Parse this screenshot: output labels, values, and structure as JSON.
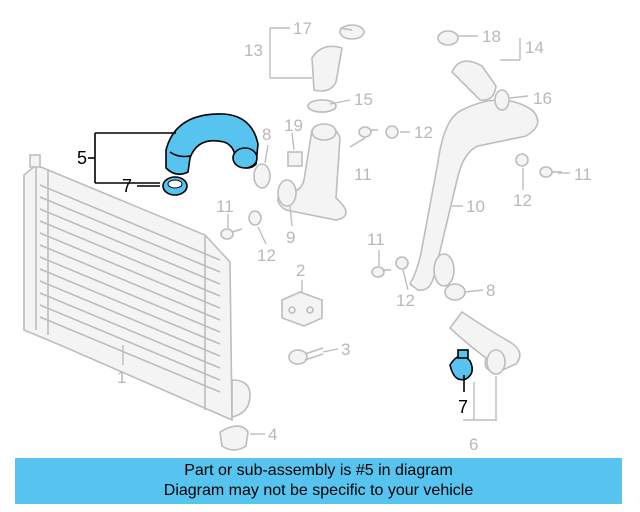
{
  "banner": {
    "line1": "Part or sub-assembly is #5 in diagram",
    "line2": "Diagram may not be specific to your vehicle",
    "color": "#57c4ef"
  },
  "highlight_color": "#57c4ef",
  "callouts": {
    "c1": "1",
    "c2": "2",
    "c3": "3",
    "c4": "4",
    "c5": "5",
    "c6": "6",
    "c7a": "7",
    "c7b": "7",
    "c8a": "8",
    "c8b": "8",
    "c9": "9",
    "c10": "10",
    "c11a": "11",
    "c11b": "11",
    "c11c": "11",
    "c11d": "11",
    "c12a": "12",
    "c12b": "12",
    "c12c": "12",
    "c12d": "12",
    "c13": "13",
    "c14": "14",
    "c15": "15",
    "c16": "16",
    "c17": "17",
    "c18": "18",
    "c19": "19"
  },
  "highlighted_parts": [
    "5",
    "7"
  ]
}
